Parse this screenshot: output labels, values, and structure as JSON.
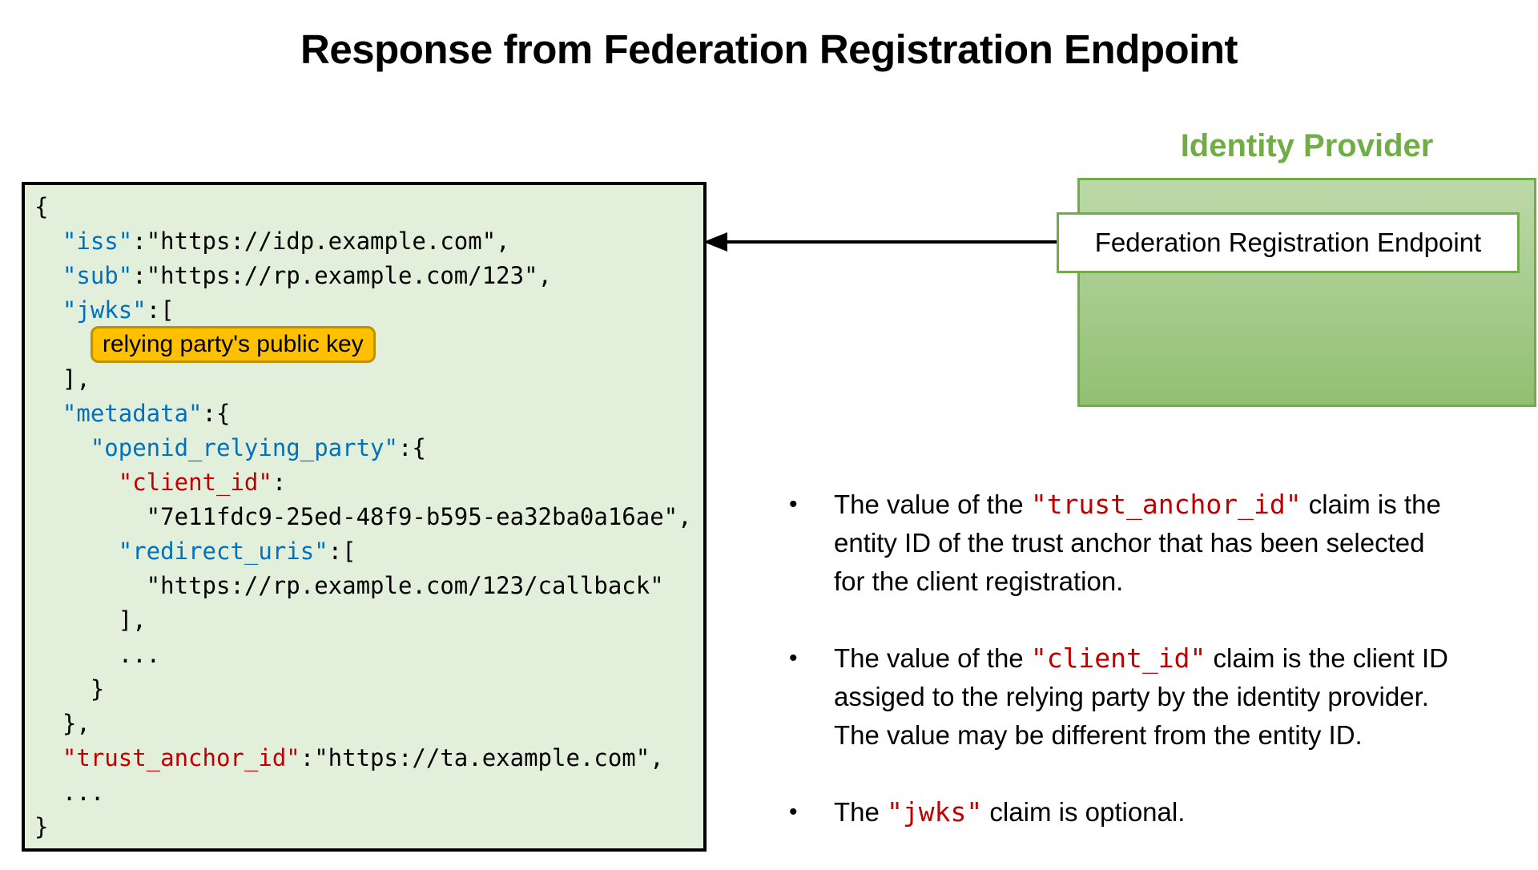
{
  "title": "Response from Federation Registration Endpoint",
  "colors": {
    "accent_green": "#70AD47",
    "box_gradient_top": "#BCD9A8",
    "box_gradient_bottom": "#92BF72",
    "code_bg": "#E2EFDA",
    "key_blue": "#0070C0",
    "key_red": "#C00000",
    "badge_bg": "#FFC000",
    "badge_border": "#BF9000",
    "arrow_black": "#000000"
  },
  "code_panel": {
    "badge_label": "relying party's public key",
    "lines": [
      {
        "segments": [
          {
            "text": "{",
            "color": "plain"
          }
        ]
      },
      {
        "segments": [
          {
            "text": "  ",
            "color": "plain"
          },
          {
            "text": "\"iss\"",
            "color": "blue"
          },
          {
            "text": ":\"https://idp.example.com\",",
            "color": "plain"
          }
        ]
      },
      {
        "segments": [
          {
            "text": "  ",
            "color": "plain"
          },
          {
            "text": "\"sub\"",
            "color": "blue"
          },
          {
            "text": ":\"https://rp.example.com/123\",",
            "color": "plain"
          }
        ]
      },
      {
        "segments": [
          {
            "text": "  ",
            "color": "plain"
          },
          {
            "text": "\"jwks\"",
            "color": "blue"
          },
          {
            "text": ":[",
            "color": "plain"
          }
        ]
      },
      {
        "badge": true,
        "indent": "    "
      },
      {
        "segments": [
          {
            "text": "  ],",
            "color": "plain"
          }
        ]
      },
      {
        "segments": [
          {
            "text": "  ",
            "color": "plain"
          },
          {
            "text": "\"metadata\"",
            "color": "blue"
          },
          {
            "text": ":{",
            "color": "plain"
          }
        ]
      },
      {
        "segments": [
          {
            "text": "    ",
            "color": "plain"
          },
          {
            "text": "\"openid_relying_party\"",
            "color": "blue"
          },
          {
            "text": ":{",
            "color": "plain"
          }
        ]
      },
      {
        "segments": [
          {
            "text": "      ",
            "color": "plain"
          },
          {
            "text": "\"client_id\"",
            "color": "red"
          },
          {
            "text": ":",
            "color": "plain"
          }
        ]
      },
      {
        "segments": [
          {
            "text": "        \"7e11fdc9-25ed-48f9-b595-ea32ba0a16ae\",",
            "color": "plain"
          }
        ]
      },
      {
        "segments": [
          {
            "text": "      ",
            "color": "plain"
          },
          {
            "text": "\"redirect_uris\"",
            "color": "blue"
          },
          {
            "text": ":[",
            "color": "plain"
          }
        ]
      },
      {
        "segments": [
          {
            "text": "        \"https://rp.example.com/123/callback\"",
            "color": "plain"
          }
        ]
      },
      {
        "segments": [
          {
            "text": "      ],",
            "color": "plain"
          }
        ]
      },
      {
        "segments": [
          {
            "text": "      ...",
            "color": "plain"
          }
        ]
      },
      {
        "segments": [
          {
            "text": "    }",
            "color": "plain"
          }
        ]
      },
      {
        "segments": [
          {
            "text": "  },",
            "color": "plain"
          }
        ]
      },
      {
        "segments": [
          {
            "text": "  ",
            "color": "plain"
          },
          {
            "text": "\"trust_anchor_id\"",
            "color": "red"
          },
          {
            "text": ":\"https://ta.example.com\",",
            "color": "plain"
          }
        ]
      },
      {
        "segments": [
          {
            "text": "  ...",
            "color": "plain"
          }
        ]
      },
      {
        "segments": [
          {
            "text": "}",
            "color": "plain"
          }
        ]
      }
    ]
  },
  "identity_provider": {
    "heading": "Identity Provider",
    "endpoint_label": "Federation Registration Endpoint"
  },
  "notes": {
    "marker": "•",
    "items": [
      {
        "segments": [
          {
            "text": "The value of the ",
            "mono": false
          },
          {
            "text": "\"trust_anchor_id\"",
            "mono": true
          },
          {
            "text": " claim is the\nentity ID of the trust anchor that has been selected\nfor the client registration.",
            "mono": false
          }
        ]
      },
      {
        "segments": [
          {
            "text": "The value of the ",
            "mono": false
          },
          {
            "text": "\"client_id\"",
            "mono": true
          },
          {
            "text": " claim is the client ID\nassiged to the relying party by the identity provider.\nThe value may be different from the entity ID.",
            "mono": false
          }
        ]
      },
      {
        "segments": [
          {
            "text": "The ",
            "mono": false
          },
          {
            "text": "\"jwks\"",
            "mono": true
          },
          {
            "text": " claim is optional.",
            "mono": false
          }
        ]
      }
    ]
  }
}
